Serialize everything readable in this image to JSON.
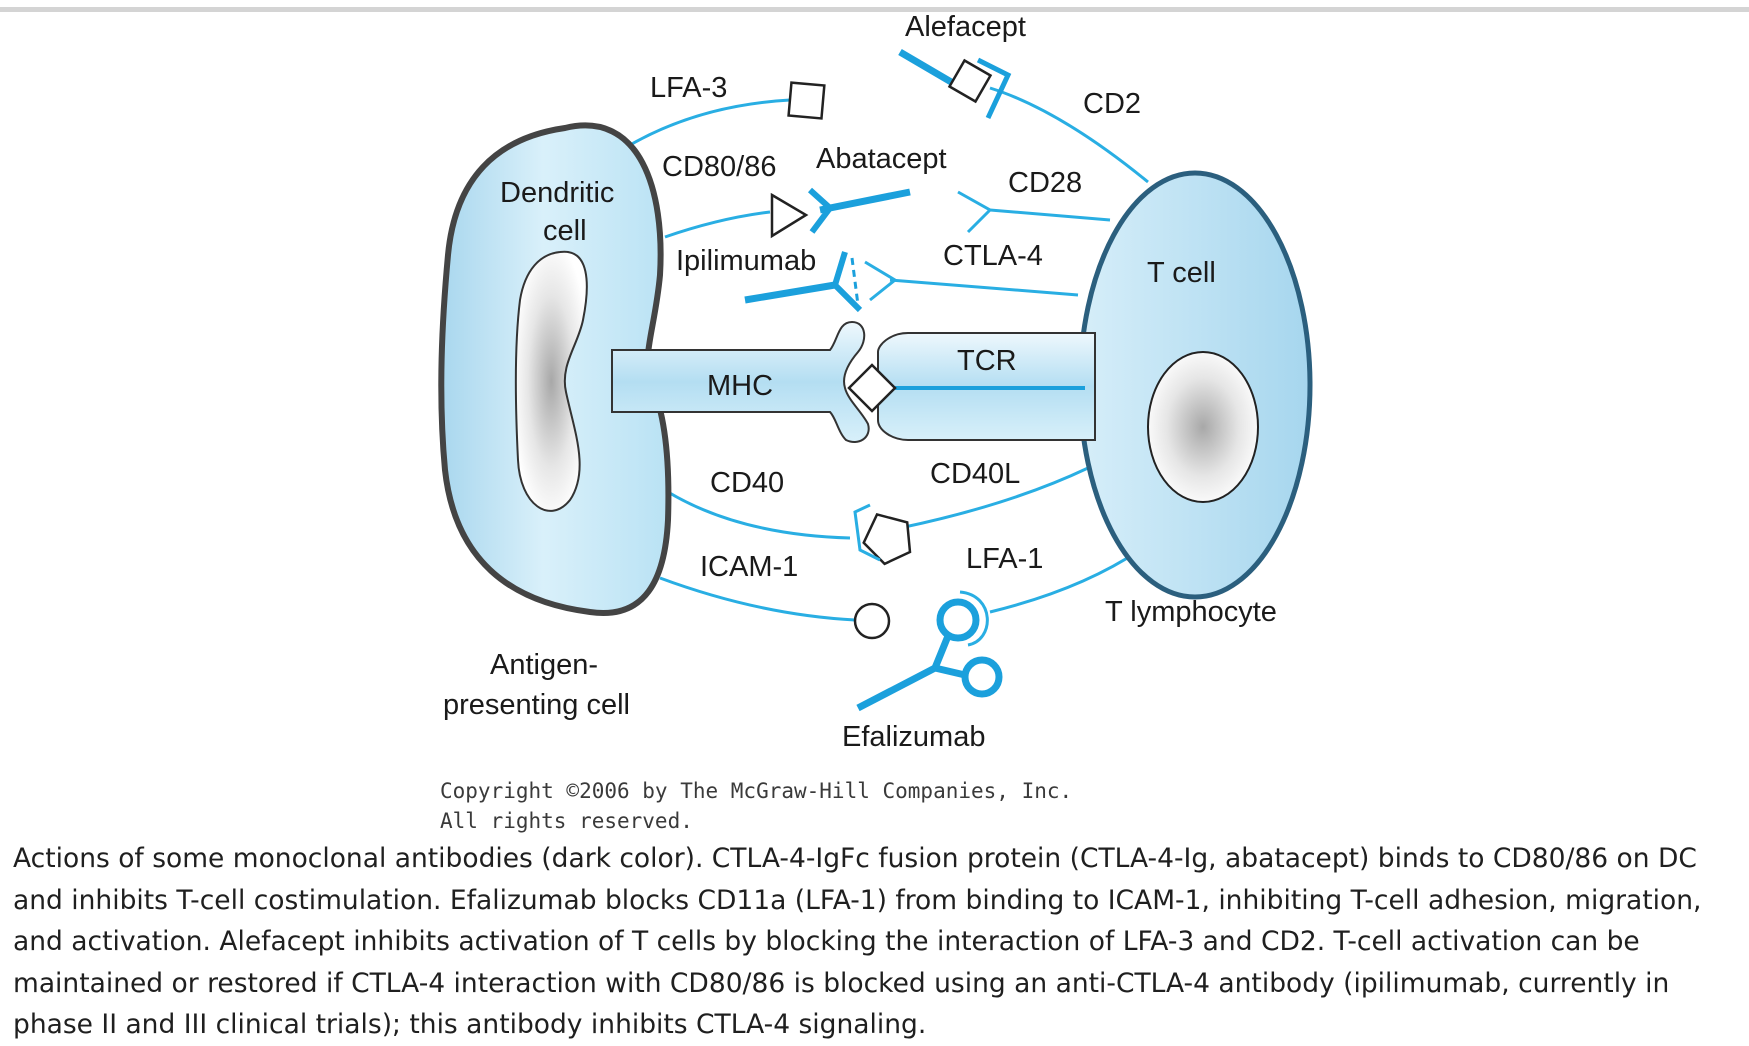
{
  "labels": {
    "alefacept": "Alefacept",
    "lfa3": "LFA-3",
    "cd2": "CD2",
    "cd80_86": "CD80/86",
    "abatacept": "Abatacept",
    "cd28": "CD28",
    "dendritic_line1": "Dendritic",
    "dendritic_line2": "cell",
    "ipilimumab": "Ipilimumab",
    "ctla4": "CTLA-4",
    "t_cell": "T cell",
    "tcr": "TCR",
    "mhc": "MHC",
    "cd40": "CD40",
    "cd40l": "CD40L",
    "icam1": "ICAM-1",
    "lfa1": "LFA-1",
    "t_lymphocyte": "T lymphocyte",
    "apc_line1": "Antigen-",
    "apc_line2": "presenting cell",
    "efalizumab": "Efalizumab"
  },
  "copyright": {
    "line1": "Copyright ©2006 by The McGraw-Hill Companies, Inc.",
    "line2": "All rights reserved."
  },
  "caption": "Actions of some monoclonal antibodies (dark color). CTLA-4-IgFc fusion protein (CTLA-4-Ig, abatacept) binds to CD80/86 on DC and inhibits T-cell costimulation. Efalizumab blocks CD11a (LFA-1) from binding to ICAM-1, inhibiting T-cell adhesion, migration, and activation. Alefacept inhibits activation of T cells by blocking the interaction of LFA-3 and CD2. T-cell activation can be maintained or restored if CTLA-4 interaction with CD80/86 is blocked using an anti-CTLA-4 antibody (ipilimumab, currently in phase II and III clinical trials); this antibody inhibits CTLA-4 signaling.",
  "colors": {
    "receptor_line": "#29aee3",
    "antibody": "#1ba0dc",
    "cell_fill": "#c4e6f5",
    "cell_outline": "#444444",
    "t_cell_outline": "#2b5f7e"
  }
}
